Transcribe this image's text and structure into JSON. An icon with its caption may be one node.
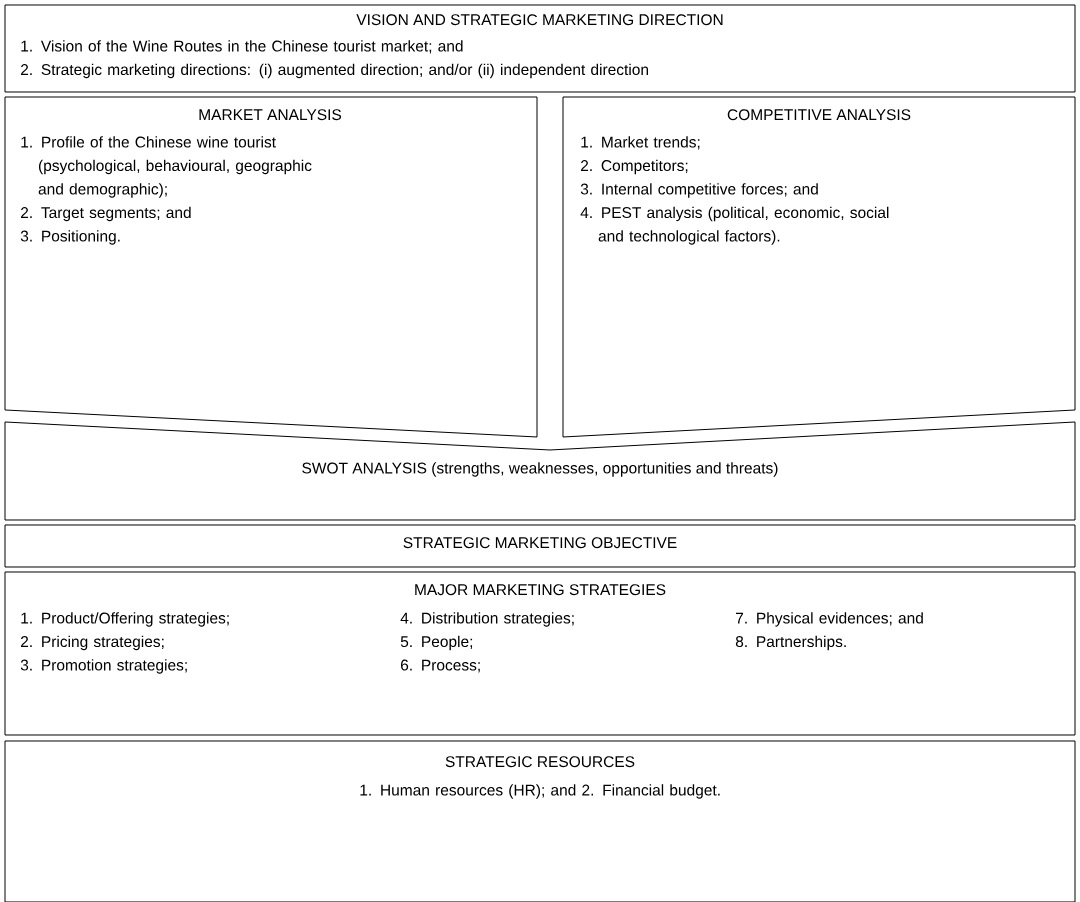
{
  "diagram": {
    "nodes": [
      {
        "text": [
          "VISION AND STRATEGIC MARKETING DIRECTION",
          "1. Vision of the Wine Routes in the Chinese tourist market; and",
          "2. Strategic marketing directions: (i) augmented direction; and/or (ii) independent direction"
        ]
      },
      {
        "text": [
          "MARKET ANALYSIS",
          "1. Profile of the Chinese wine tourist (psychological, behavioural, geographic and demographic);",
          "2. Target segments; and",
          "3. Positioning."
        ]
      },
      {
        "text": [
          "COMPETITIVE ANALYSIS",
          "1. Market trends;",
          "2. Competitors;",
          "3. Internal competitive forces; and",
          "4. PEST analysis (political, economic, social and technological factors)."
        ]
      },
      {
        "text": [
          "SWOT ANALYSIS  (strengths, weaknesses, opportunities and threats)"
        ]
      },
      {
        "text": [
          "STRATEGIC MARKETING OBJECTIVE"
        ]
      },
      {
        "text": [
          "MAJOR MARKETING STRATEGIES",
          "1. Product/Offering strategies;",
          "2. Pricing strategies;",
          "3. Promotion strategies;",
          "4. Distribution strategies;",
          "5. People;",
          "6. Process;",
          "7. Physical evidences; and",
          "8. Partnerships."
        ]
      },
      {
        "text": [
          "STRATEGIC RESOURCES",
          "1. Human resources (HR); and 2. Financial budget."
        ]
      }
    ]
  }
}
